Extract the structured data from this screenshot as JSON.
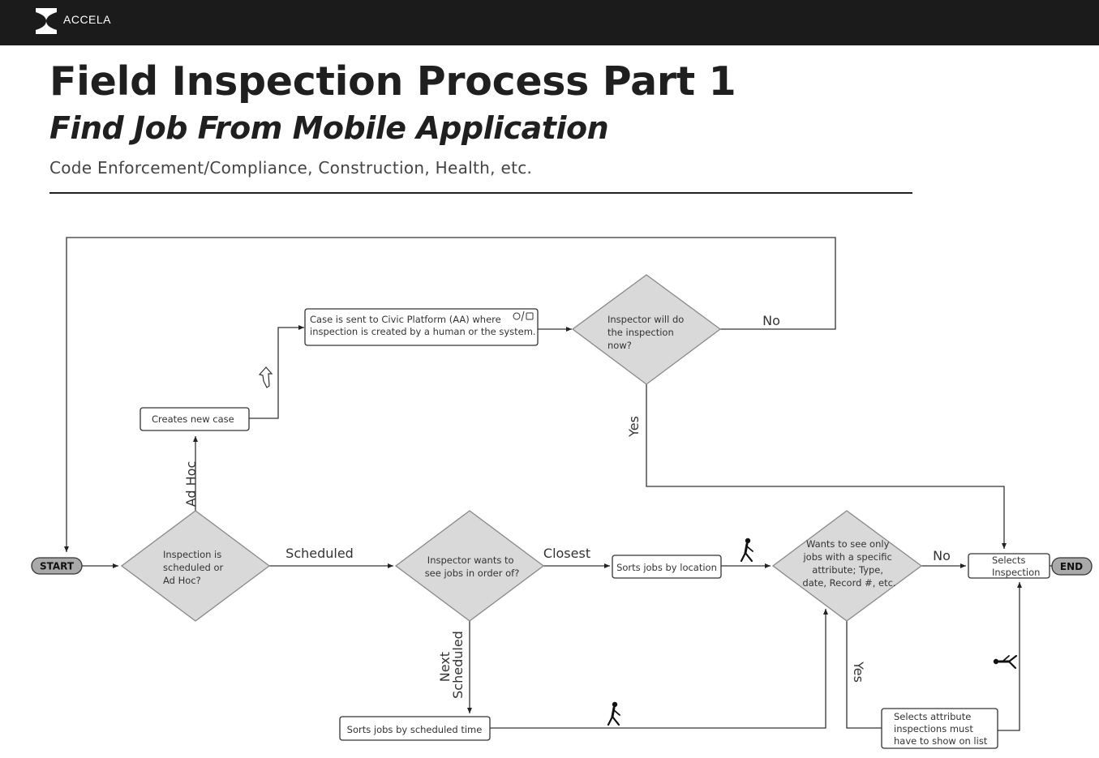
{
  "header": {
    "brand": "ACCELA"
  },
  "page": {
    "title": "Field Inspection Process Part 1",
    "subtitle": "Find Job From Mobile Application",
    "tagline": "Code Enforcement/Compliance, Construction, Health, etc."
  },
  "diagram": {
    "terminals": {
      "start": "START",
      "end": "END"
    },
    "decisions": {
      "scheduled_or_adhoc": [
        "Inspection is",
        "scheduled or",
        "Ad Hoc?"
      ],
      "order_of": [
        "Inspector wants to",
        "see jobs in order of?"
      ],
      "will_inspect_now": [
        "Inspector will do",
        "the inspection",
        "now?"
      ],
      "specific_attribute": [
        "Wants to see only",
        "jobs with a specific",
        "attribute; Type,",
        "date, Record #, etc."
      ]
    },
    "processes": {
      "creates_new_case": "Creates new case",
      "case_sent": [
        "Case is sent to Civic Platform (AA) where",
        "inspection is created by a human or the system."
      ],
      "sorts_location": "Sorts jobs by location",
      "sorts_scheduled_time": "Sorts jobs by scheduled time",
      "selects_inspection": [
        "Selects",
        "Inspection"
      ],
      "selects_attribute": [
        "Selects attribute",
        "inspections must",
        "have to show on list"
      ]
    },
    "edge_labels": {
      "ad_hoc": "Ad Hoc",
      "scheduled": "Scheduled",
      "closest": "Closest",
      "next_scheduled": [
        "Next",
        "Scheduled"
      ],
      "no_top": "No",
      "yes_top": "Yes",
      "no_right": "No",
      "yes_bottom": "Yes"
    },
    "icons": [
      "human-system-icon",
      "hand-pointer-icon",
      "walking-person-icon",
      "walking-person-icon",
      "running-person-icon"
    ]
  }
}
